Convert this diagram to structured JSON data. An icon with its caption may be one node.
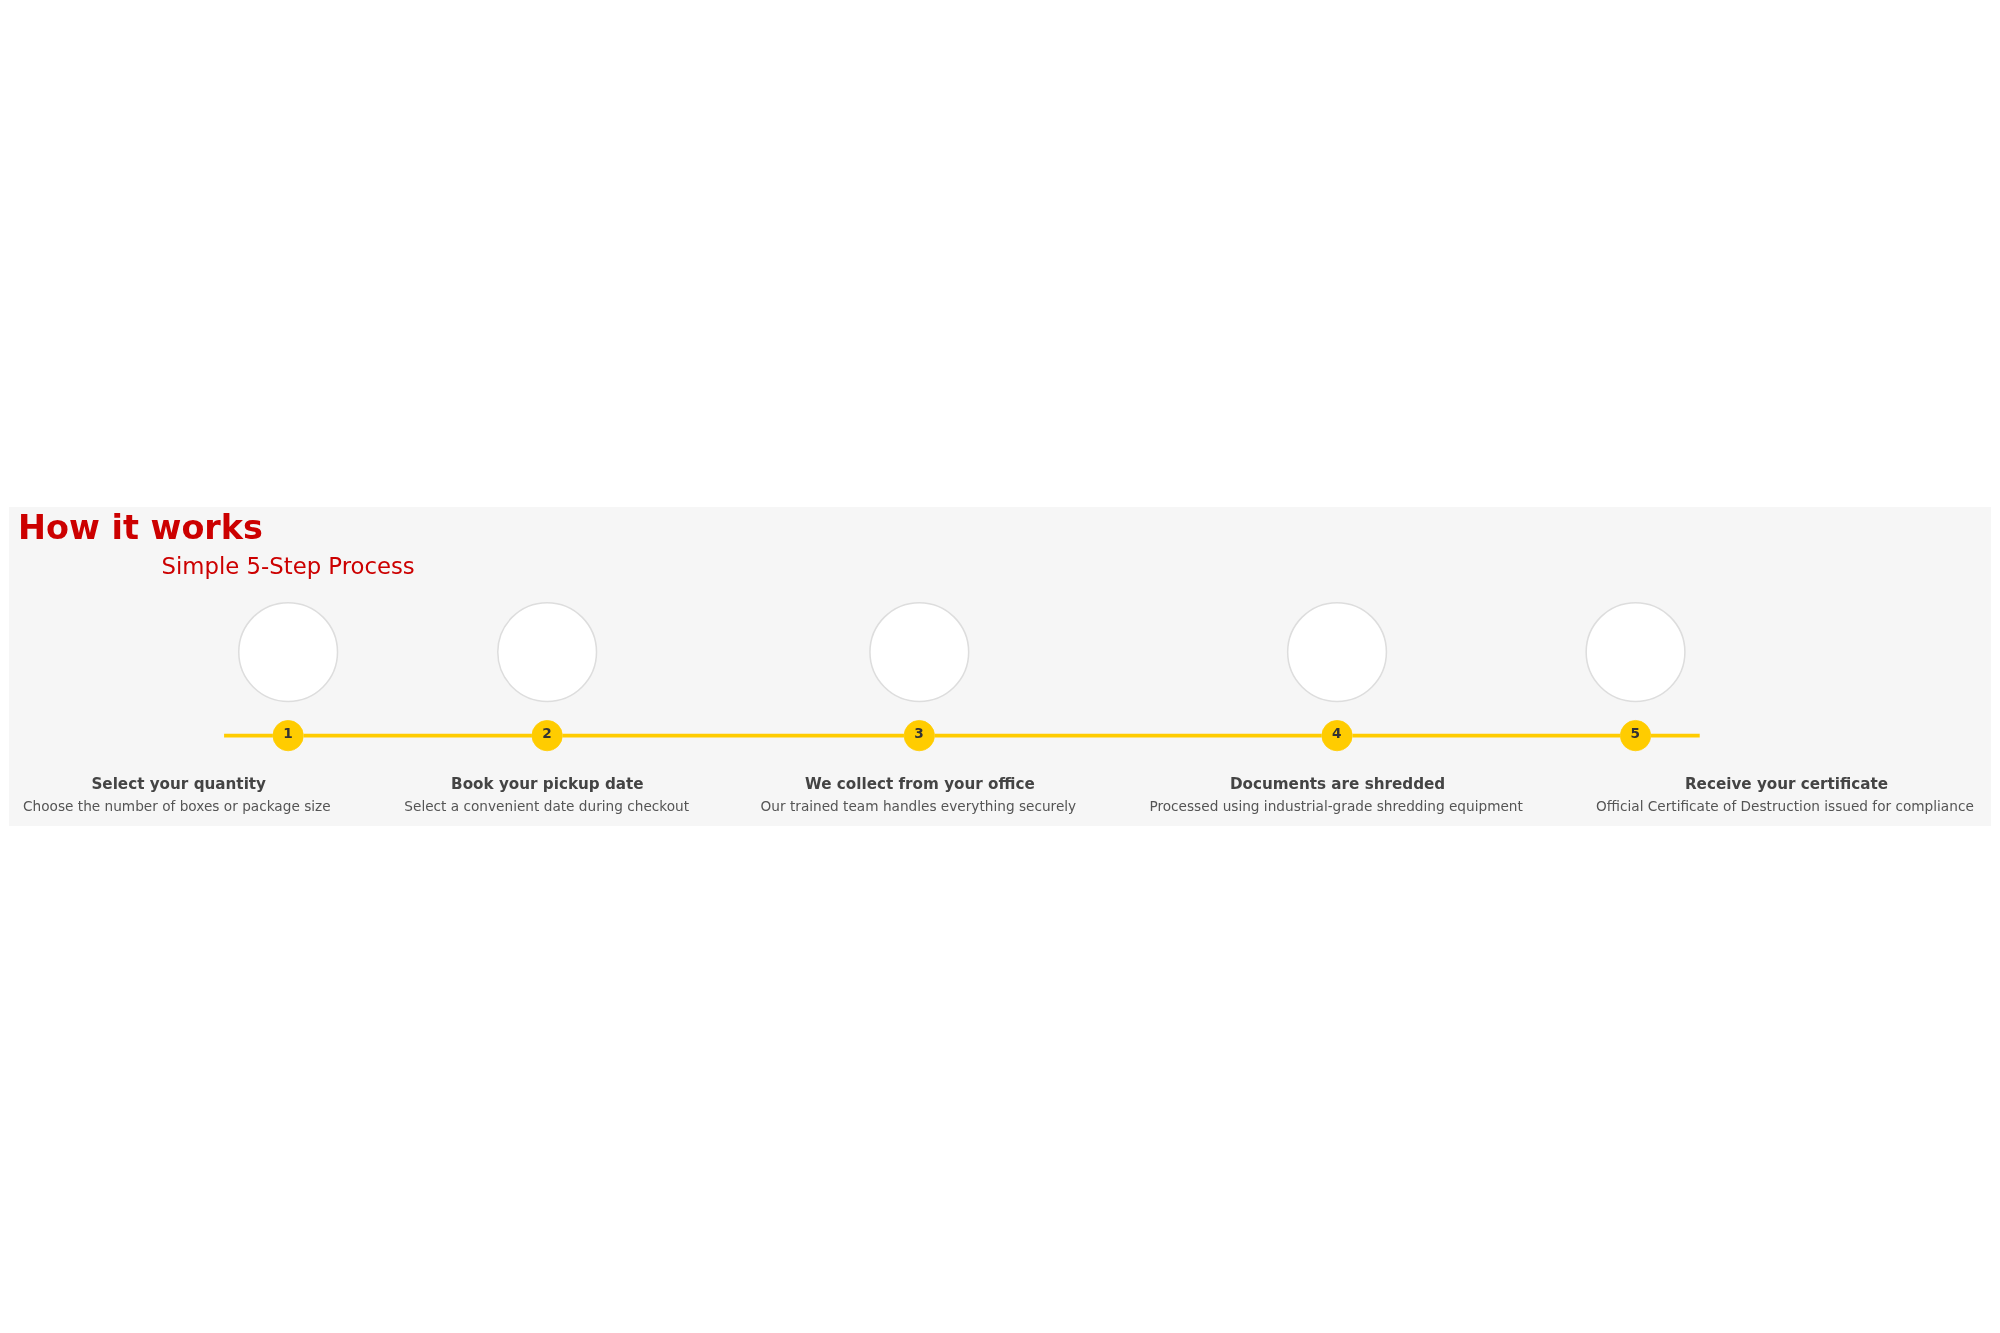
{
  "diagram": {
    "title": "How it works",
    "nodes": [
      {
        "text": [],
        "shape": "circle"
      },
      {
        "text": [],
        "shape": "circle"
      },
      {
        "text": [],
        "shape": "circle"
      },
      {
        "text": [],
        "shape": "circle"
      },
      {
        "text": [],
        "shape": "circle"
      },
      {
        "text": [
          "1"
        ],
        "beside": [
          "Select your quantity",
          "Choose the number of boxes or package size"
        ]
      },
      {
        "text": [
          "2"
        ],
        "beside": [
          "Book your pickup date",
          "Select a convenient date during checkout"
        ]
      },
      {
        "text": [
          "3"
        ],
        "beside": [
          "We collect from your office",
          "Our trained team handles everything securely"
        ]
      },
      {
        "text": [
          "4"
        ],
        "beside": [
          "Documents are shredded",
          "Processed using industrial-grade shredding equipment"
        ]
      },
      {
        "text": [
          "5"
        ],
        "beside": [
          "Receive your certificate",
          "Official Certificate of Destruction issued for compliance"
        ]
      }
    ],
    "edges": [
      {
        "from": null,
        "to": 5,
        "arrow": "none"
      },
      {
        "from": 5,
        "to": 6,
        "arrow": "none"
      },
      {
        "from": 6,
        "to": 7,
        "arrow": "none"
      },
      {
        "from": 7,
        "to": 8,
        "arrow": "none"
      },
      {
        "from": 8,
        "to": 9,
        "arrow": "none"
      },
      {
        "from": 9,
        "to": null,
        "arrow": "none"
      }
    ],
    "labels": [
      "Simple 5-Step Process"
    ]
  }
}
